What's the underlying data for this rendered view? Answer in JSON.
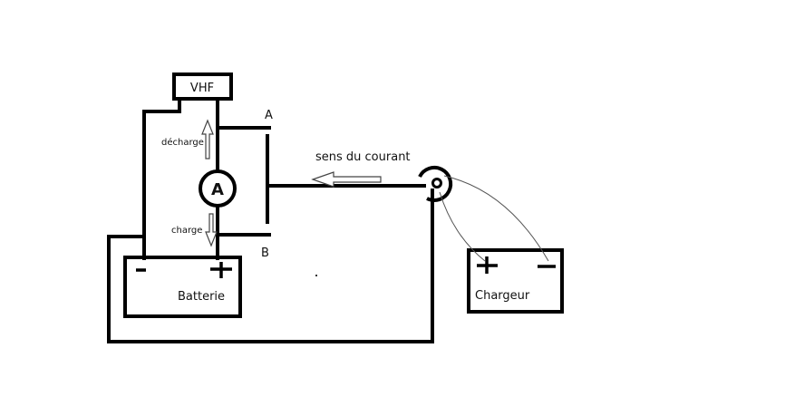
{
  "labels": {
    "vhf": "VHF",
    "ammeter": "A",
    "decharge": "décharge",
    "charge": "charge",
    "point_a": "A",
    "point_b": "B",
    "current_direction": "sens du courant",
    "battery": "Batterie",
    "charger": "Chargeur",
    "plus": "+",
    "minus": "-"
  },
  "colors": {
    "line": "#000000",
    "background": "#ffffff",
    "arrow_stroke": "#444444",
    "thin_wire": "#555555"
  }
}
